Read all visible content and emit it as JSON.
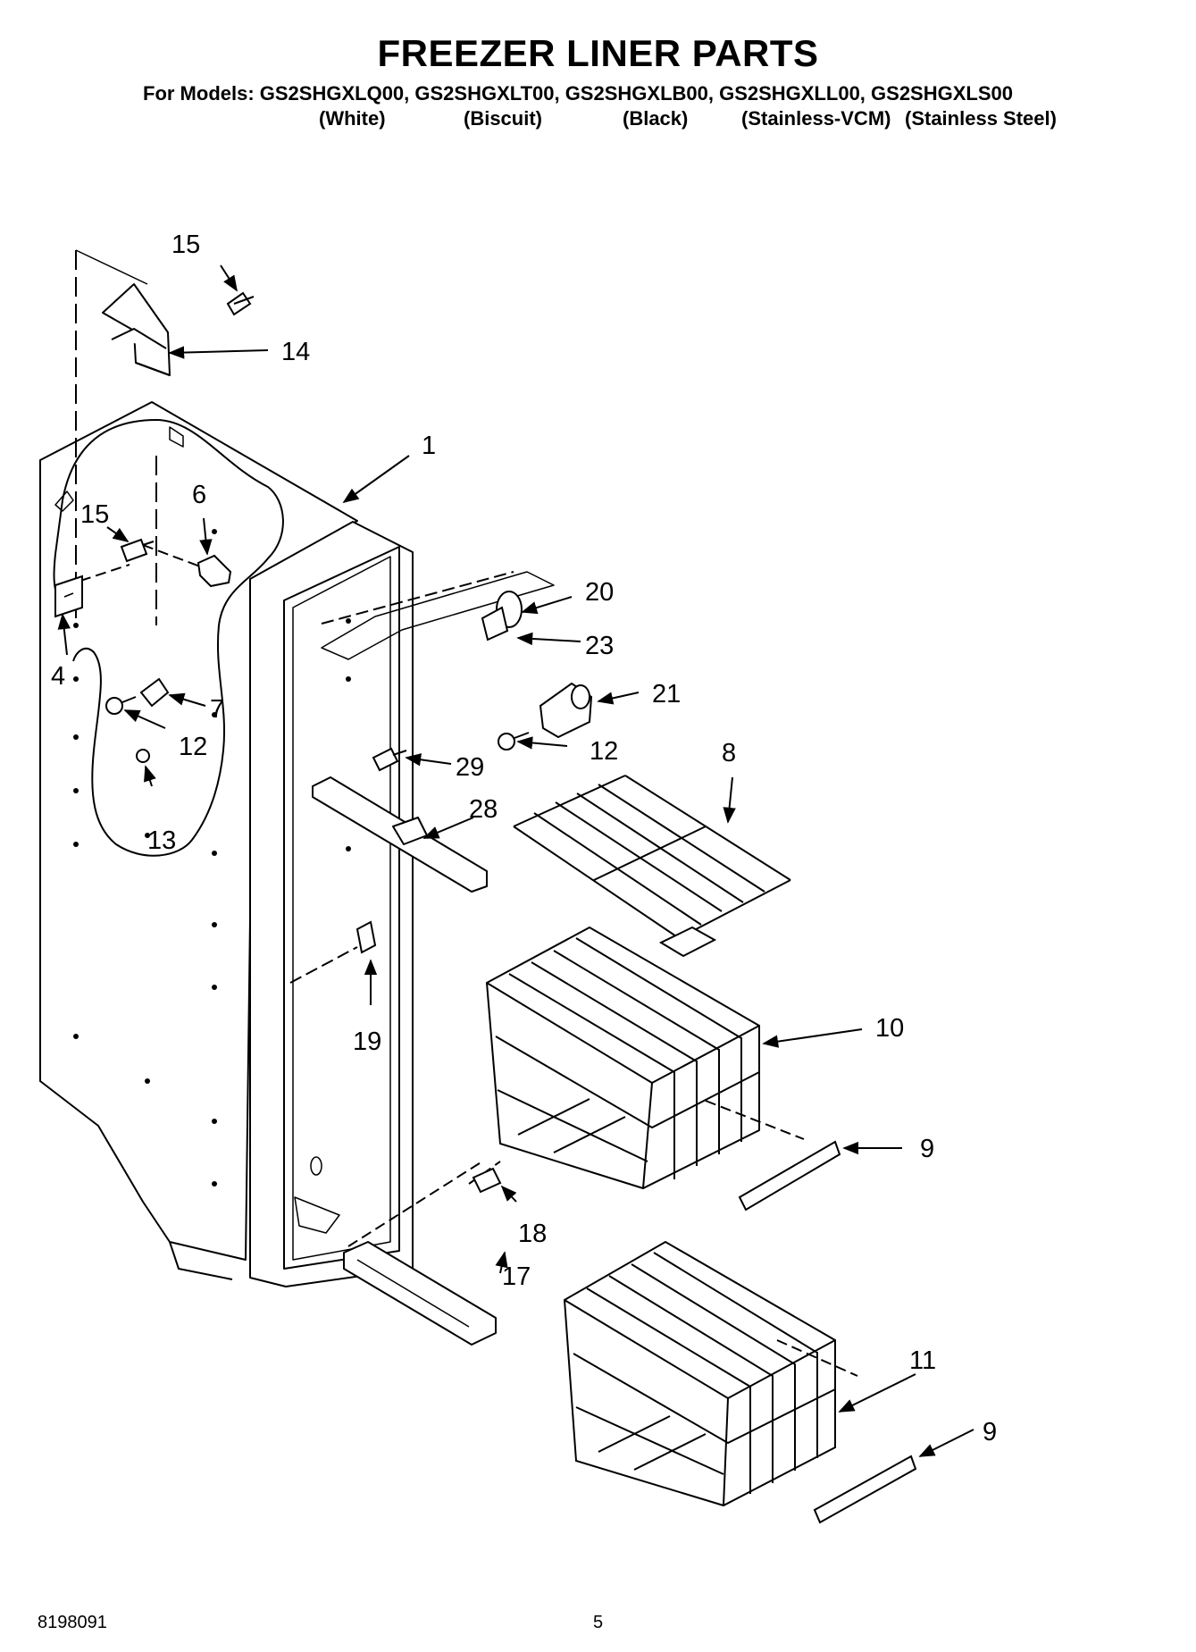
{
  "header": {
    "title": "FREEZER LINER PARTS",
    "models_line": "For Models: GS2SHGXLQ00, GS2SHGXLT00, GS2SHGXLB00, GS2SHGXLL00, GS2SHGXLS00",
    "variants": [
      "(White)",
      "(Biscuit)",
      "(Black)",
      "(Stainless-VCM)",
      "(Stainless Steel)"
    ]
  },
  "callouts": {
    "p1": "1",
    "p4": "4",
    "p6": "6",
    "p7": "7",
    "p8": "8",
    "p9a": "9",
    "p9b": "9",
    "p10": "10",
    "p11": "11",
    "p12a": "12",
    "p12b": "12",
    "p13": "13",
    "p14": "14",
    "p15a": "15",
    "p15b": "15",
    "p17": "17",
    "p18": "18",
    "p19": "19",
    "p20": "20",
    "p21": "21",
    "p23": "23",
    "p28": "28",
    "p29": "29"
  },
  "footer": {
    "doc_number": "8198091",
    "page_number": "5"
  }
}
